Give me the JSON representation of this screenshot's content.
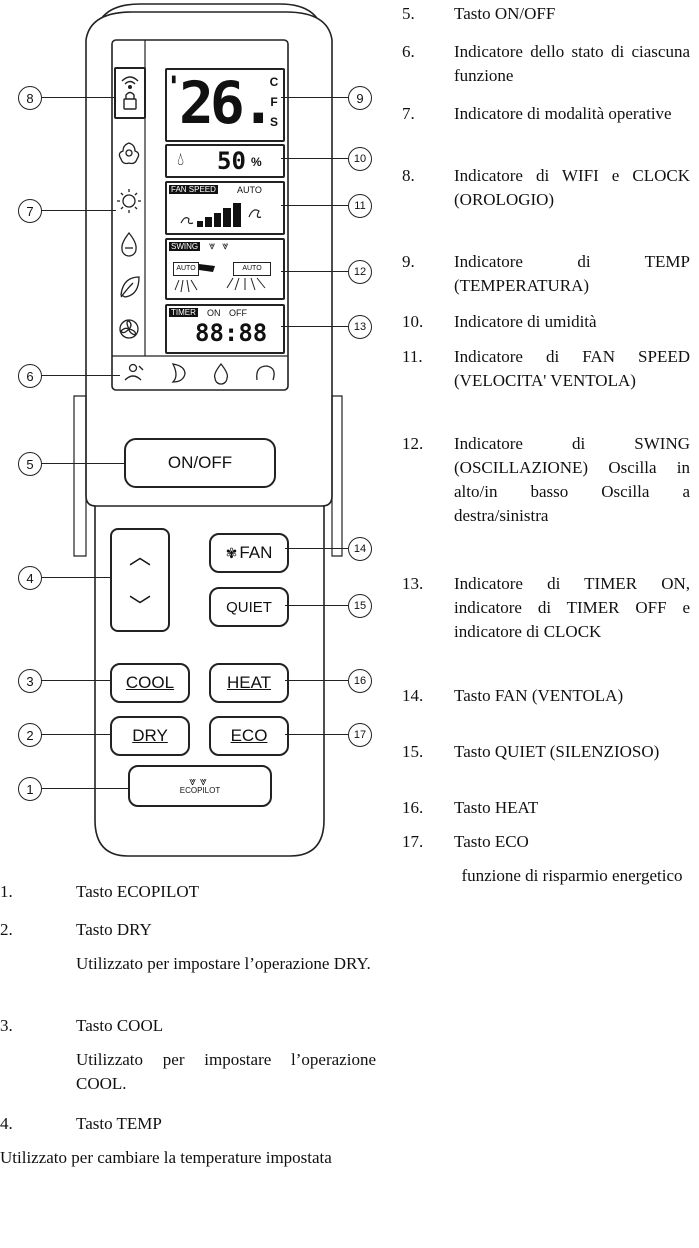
{
  "remote": {
    "callouts": [
      "1",
      "2",
      "3",
      "4",
      "5",
      "6",
      "7",
      "8",
      "9",
      "10",
      "11",
      "12",
      "13",
      "14",
      "15",
      "16",
      "17"
    ],
    "lcd": {
      "temp_value": "26.",
      "temp_units": [
        "C",
        "F",
        "S"
      ],
      "humidity_value": "50",
      "humidity_unit": "%",
      "fan_speed_label": "FAN SPEED",
      "fan_auto_label": "AUTO",
      "swing_label": "SWING",
      "swing_auto_left": "AUTO",
      "swing_auto_right": "AUTO",
      "timer_label": "TIMER",
      "timer_on": "ON",
      "timer_off": "OFF",
      "timer_time": "88:88"
    },
    "buttons": {
      "on_off": "ON/OFF",
      "fan": "FAN",
      "quiet": "QUIET",
      "cool": "COOL",
      "heat": "HEAT",
      "dry": "DRY",
      "eco": "ECO",
      "ecopilot": "ECOPILOT"
    },
    "icons": [
      "wifi-icon",
      "lock-icon",
      "snowflake-icon",
      "sun-icon",
      "dry-drop-icon",
      "leaf-icon",
      "fan-mode-icon",
      "person-icon",
      "sleep-moon-icon",
      "drop-icon",
      "turbo-icon"
    ]
  },
  "right_list": [
    {
      "n": "5.",
      "text": "Tasto ON/OFF"
    },
    {
      "n": "6.",
      "text": "Indicatore dello stato di ciascuna funzione"
    },
    {
      "n": "7.",
      "text": "Indicatore di modalità operative"
    },
    {
      "n": "8.",
      "text": "Indicatore di WIFI e CLOCK (OROLOGIO)"
    },
    {
      "n": "9.",
      "text": "Indicatore di TEMP (TEMPERATURA)"
    },
    {
      "n": "10.",
      "text": "Indicatore di umidità"
    },
    {
      "n": "11.",
      "text": "Indicatore di FAN SPEED (VELOCITA' VENTOLA)"
    },
    {
      "n": "12.",
      "text": "Indicatore di SWING (OSCILLAZIONE) Oscilla in alto/in basso Oscilla a destra/sinistra"
    },
    {
      "n": "13.",
      "text": "Indicatore di TIMER ON, indicatore di TIMER OFF e indicatore di CLOCK"
    },
    {
      "n": "14.",
      "text": "Tasto FAN (VENTOLA)"
    },
    {
      "n": "15.",
      "text": "Tasto QUIET (SILENZIOSO)"
    },
    {
      "n": "16.",
      "text": "Tasto HEAT"
    },
    {
      "n": "17.",
      "text": "Tasto ECO"
    },
    {
      "n": "",
      "text": "funzione di risparmio energetico"
    }
  ],
  "left_list": [
    {
      "n": "1.",
      "text": "Tasto ECOPILOT"
    },
    {
      "n": "2.",
      "text": "Tasto DRY"
    },
    {
      "n": "",
      "text": "Utilizzato per impostare l’operazione DRY."
    },
    {
      "n": "3.",
      "text": "Tasto COOL"
    },
    {
      "n": "",
      "text": "Utilizzato per impostare l’operazione COOL."
    },
    {
      "n": "4.",
      "text": "Tasto TEMP"
    },
    {
      "n": "",
      "text": "Utilizzato per cambiare la temperature impostata"
    }
  ]
}
